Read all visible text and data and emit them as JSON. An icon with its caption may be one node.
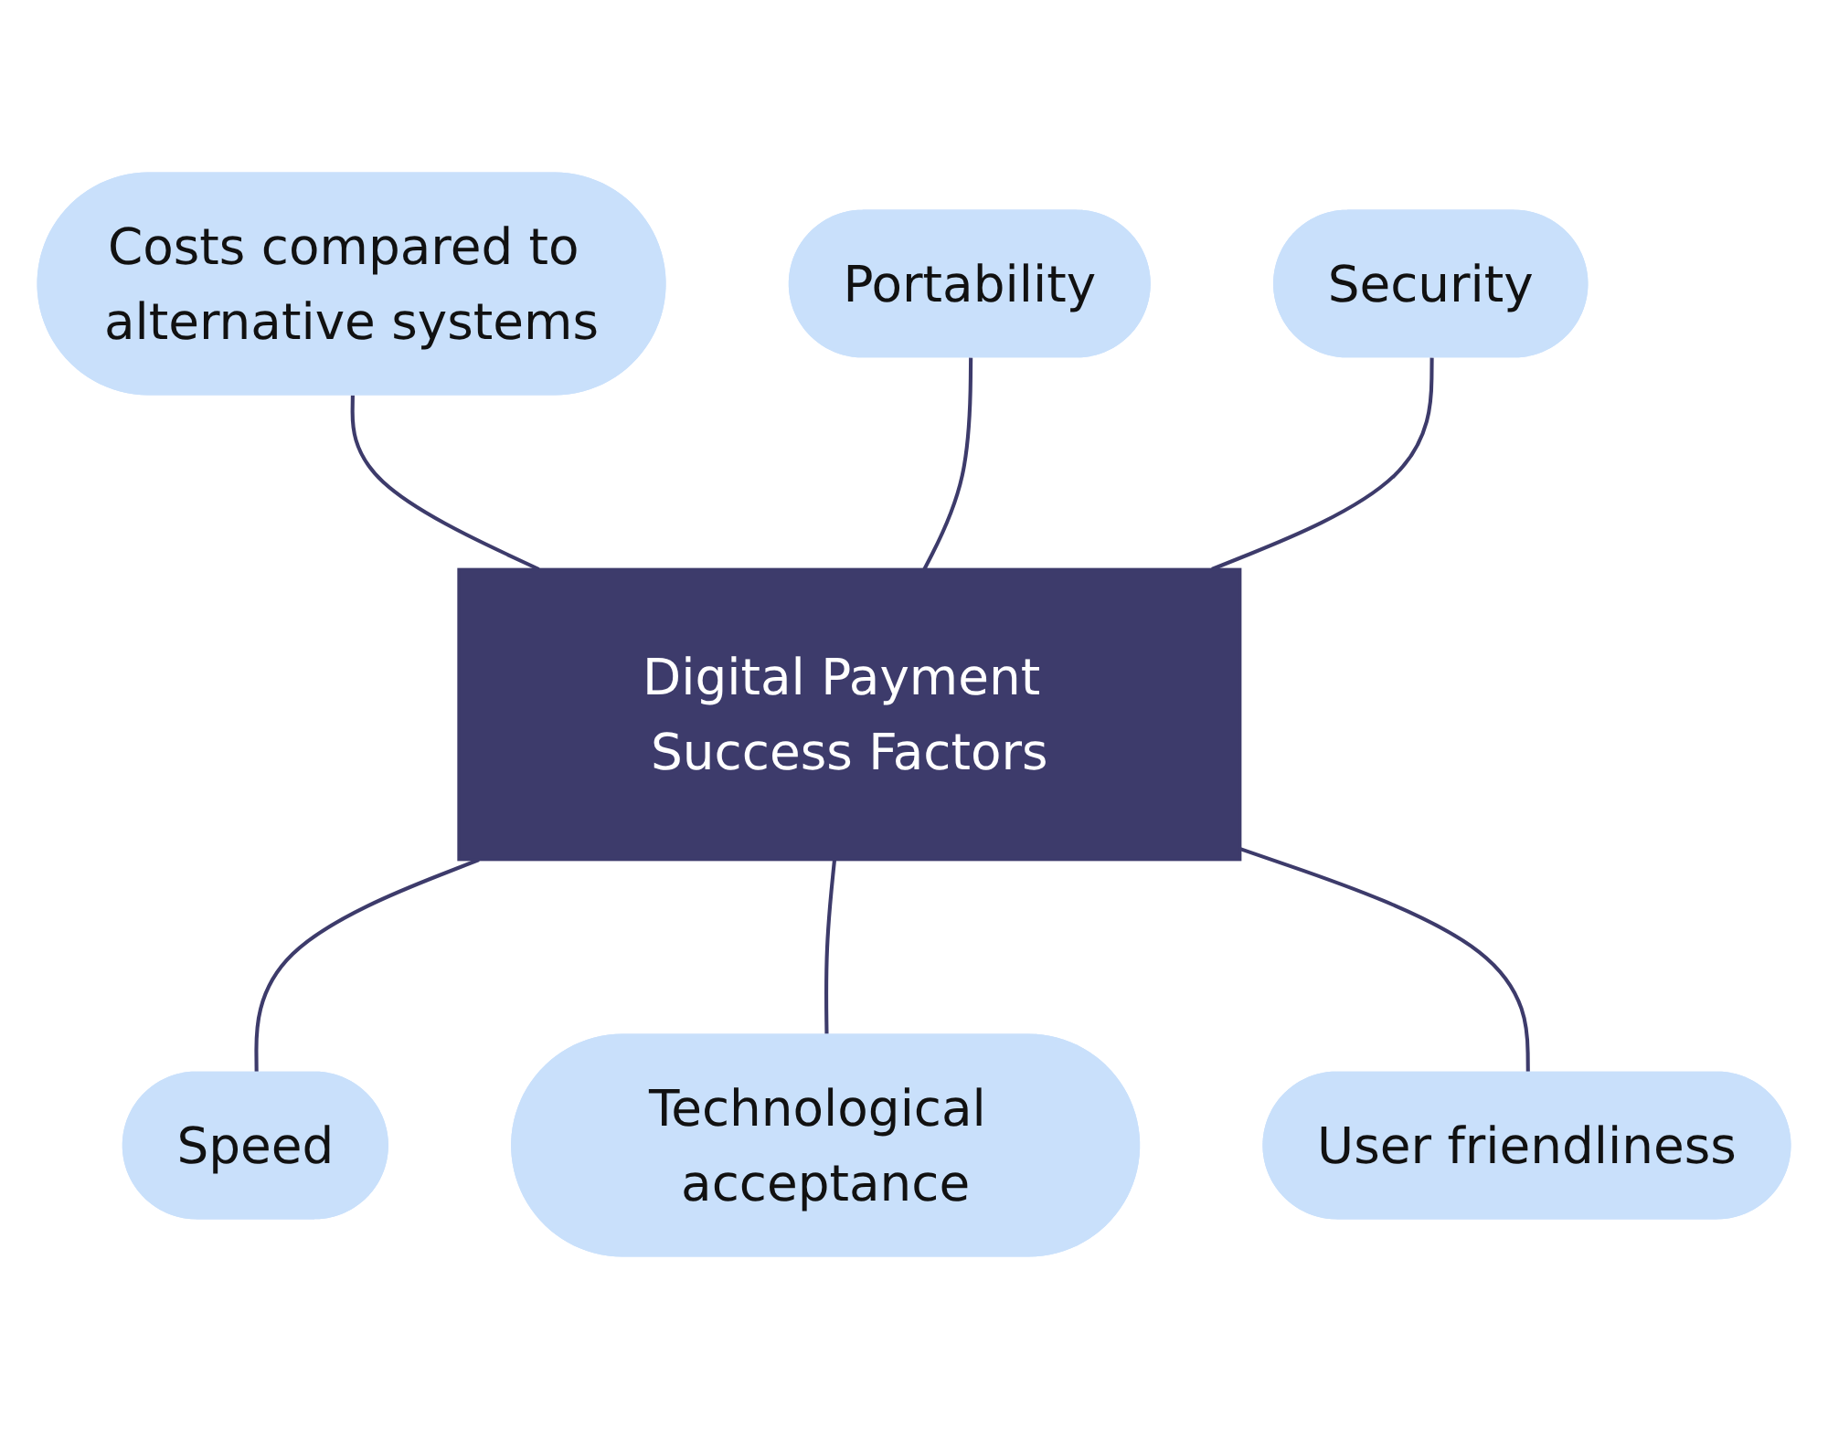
{
  "diagram": {
    "nodes": [
      {
        "text": [
          "Costs compared to alternative systems"
        ]
      },
      {
        "text": [
          "Portability"
        ]
      },
      {
        "text": [
          "Security"
        ]
      },
      {
        "text": [
          "Digital Payment Success Factors"
        ]
      },
      {
        "text": [
          "Speed"
        ]
      },
      {
        "text": [
          "Technological acceptance"
        ]
      },
      {
        "text": [
          "User friendliness"
        ]
      }
    ],
    "edges": [
      {
        "from": 0,
        "to": 3,
        "arrow": "none"
      },
      {
        "from": 1,
        "to": 3,
        "arrow": "none"
      },
      {
        "from": 2,
        "to": 3,
        "arrow": "none"
      },
      {
        "from": 3,
        "to": 4,
        "arrow": "none"
      },
      {
        "from": 3,
        "to": 5,
        "arrow": "none"
      },
      {
        "from": 3,
        "to": 6,
        "arrow": "none"
      }
    ]
  }
}
